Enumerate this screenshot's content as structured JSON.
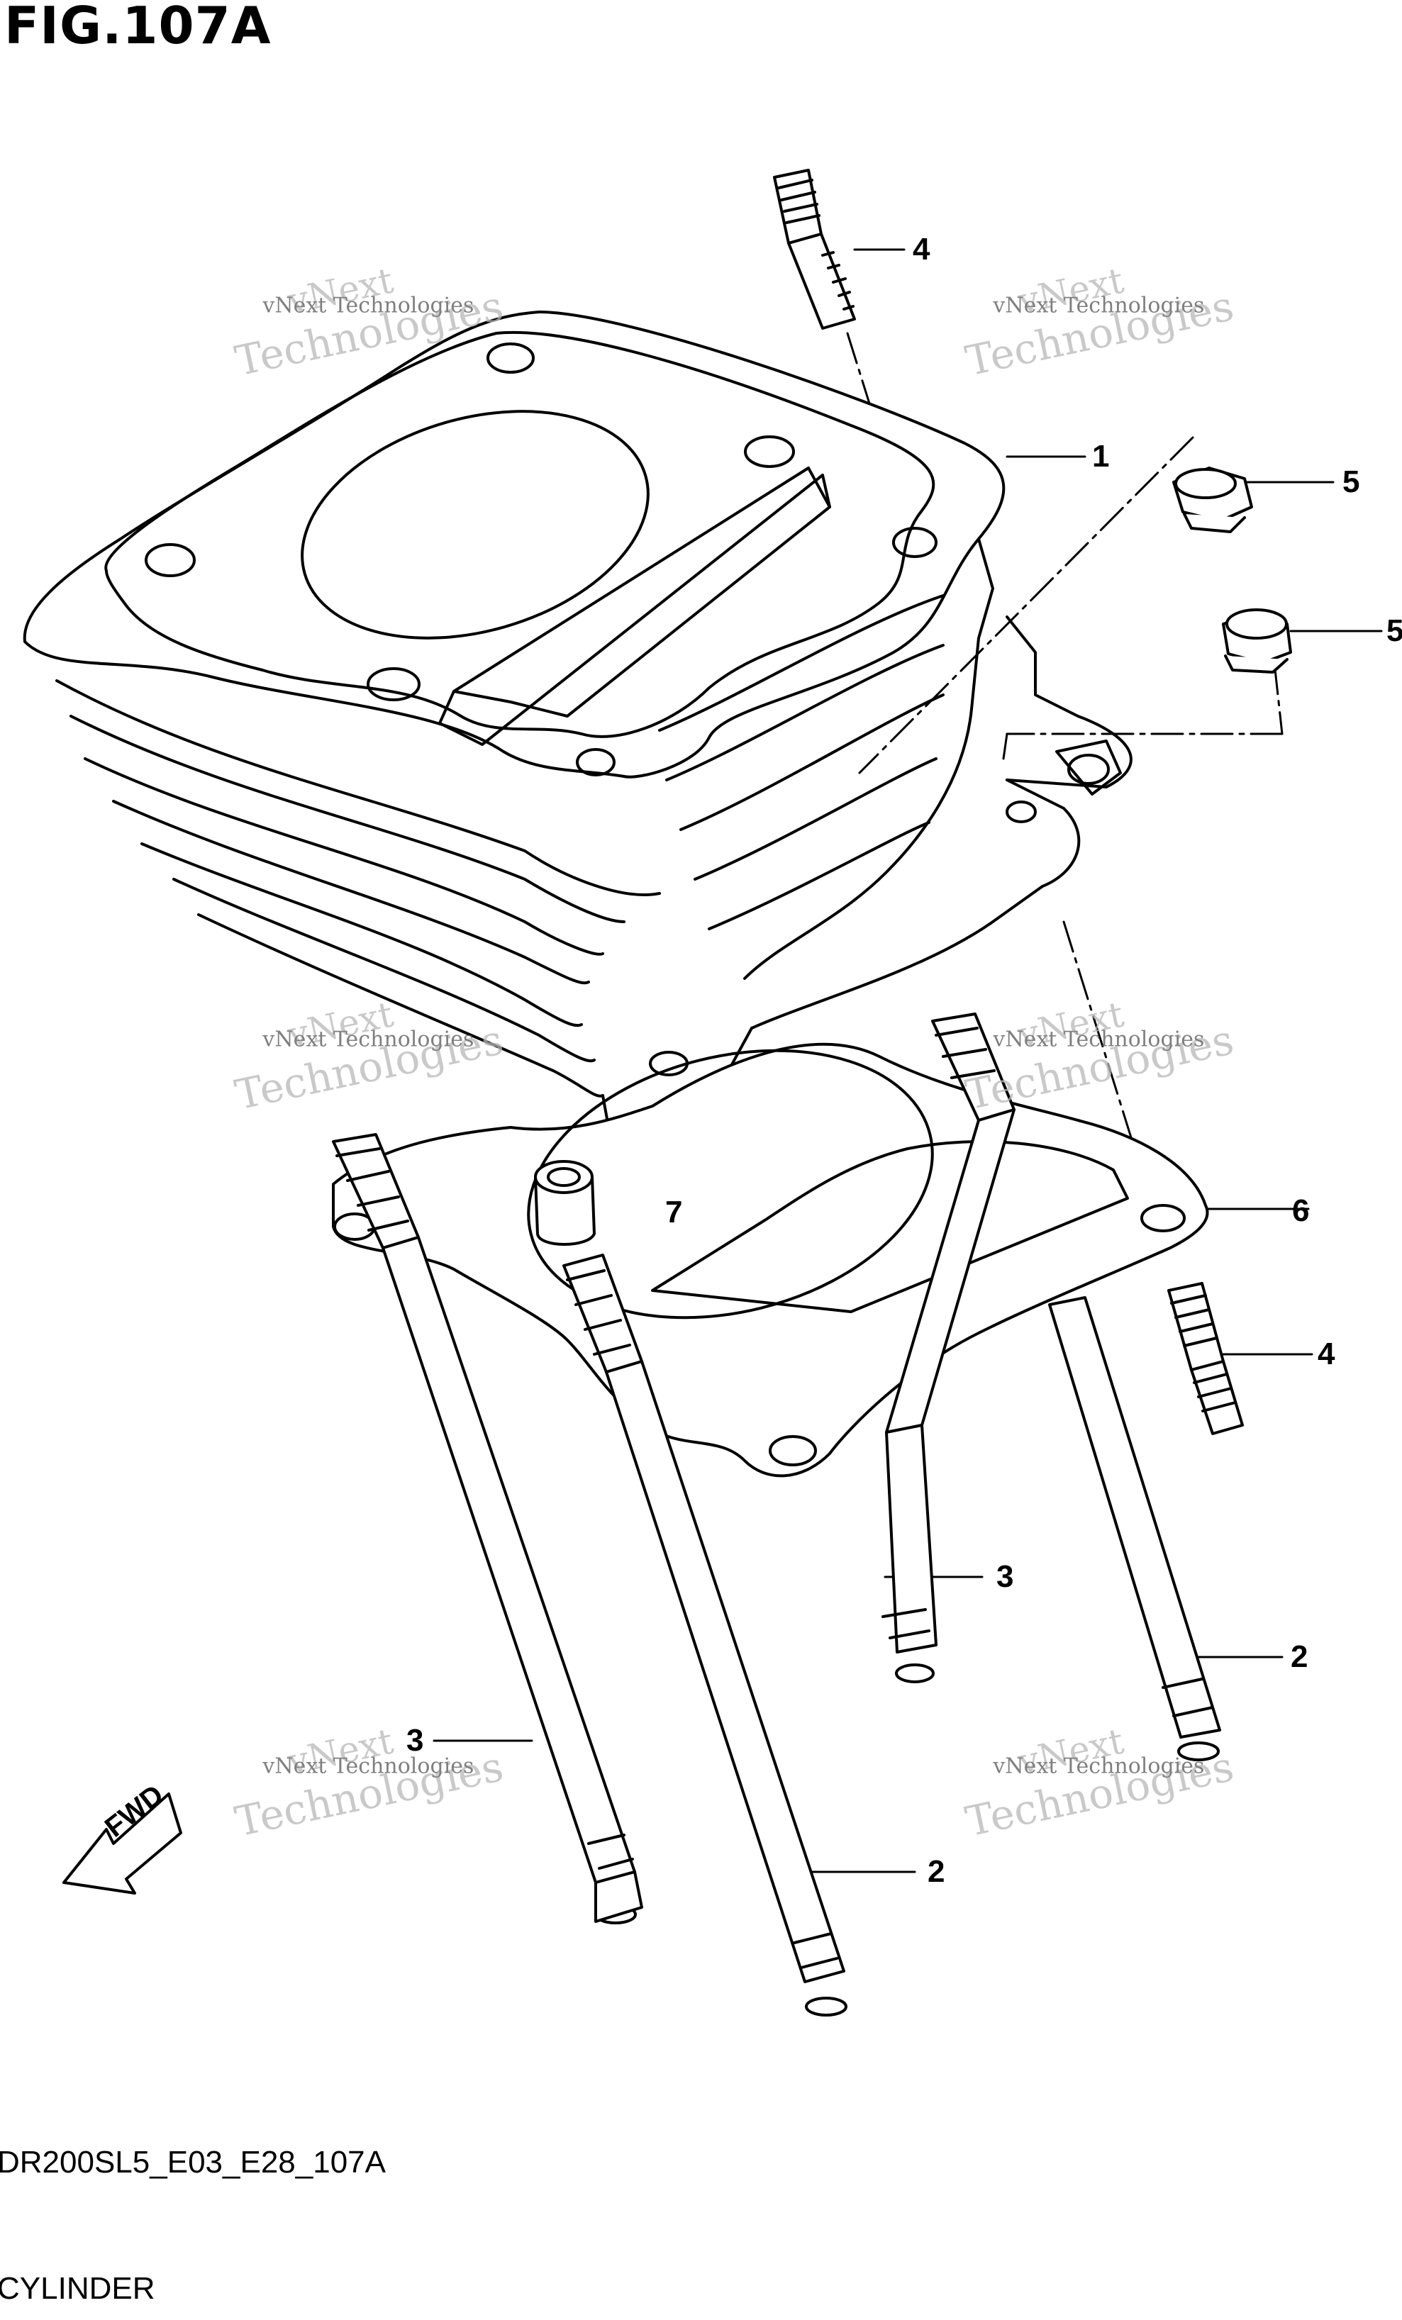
{
  "figure": {
    "title": "FIG.107A",
    "model_code": "DR200SL5_E03_E28_107A",
    "name": "CYLINDER"
  },
  "callouts": {
    "c1": "1",
    "c2a": "2",
    "c2b": "2",
    "c3a": "3",
    "c3b": "3",
    "c4a": "4",
    "c4b": "4",
    "c5a": "5",
    "c5b": "5",
    "c6": "6",
    "c7": "7"
  },
  "fwd_label": "FWD",
  "watermark": {
    "line1": "vNext Technologies",
    "line2": "Technologies",
    "line3": "vNext"
  }
}
